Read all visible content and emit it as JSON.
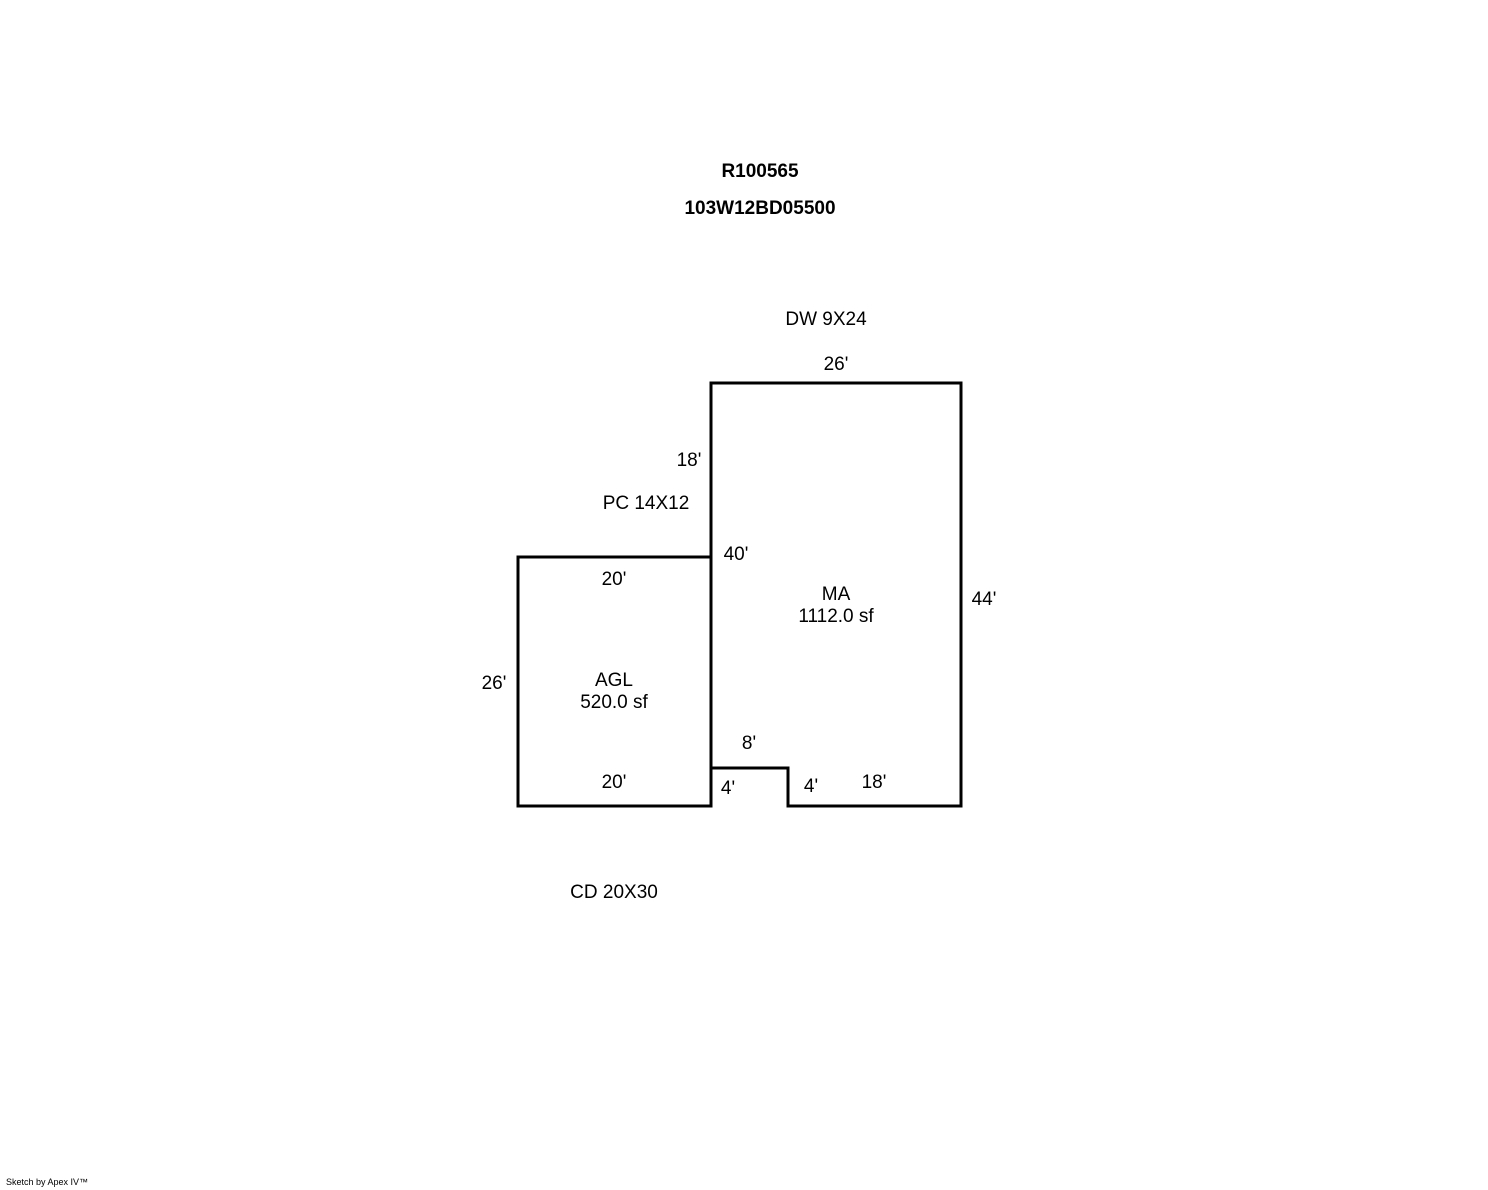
{
  "header": {
    "account_id": "R100565",
    "parcel_id": "103W12BD05500"
  },
  "areas": {
    "main": {
      "code": "MA",
      "area": "1112.0 sf"
    },
    "garage": {
      "code": "AGL",
      "area": "520.0 sf"
    }
  },
  "features": {
    "driveway": "DW 9X24",
    "porch": "PC 14X12",
    "deck": "CD 20X30"
  },
  "dimensions": {
    "ma_top": "26'",
    "ma_left_upper": "18'",
    "ma_left_lower": "40'",
    "ma_right": "44'",
    "notch_top": "8'",
    "notch_left": "4'",
    "notch_right": "4'",
    "ma_bottom_right": "18'",
    "agl_top": "20'",
    "agl_bottom": "20'",
    "agl_left": "26'"
  },
  "footer": {
    "credit": "Sketch by Apex IV™"
  },
  "colors": {
    "line": "#000000",
    "background": "#ffffff"
  }
}
